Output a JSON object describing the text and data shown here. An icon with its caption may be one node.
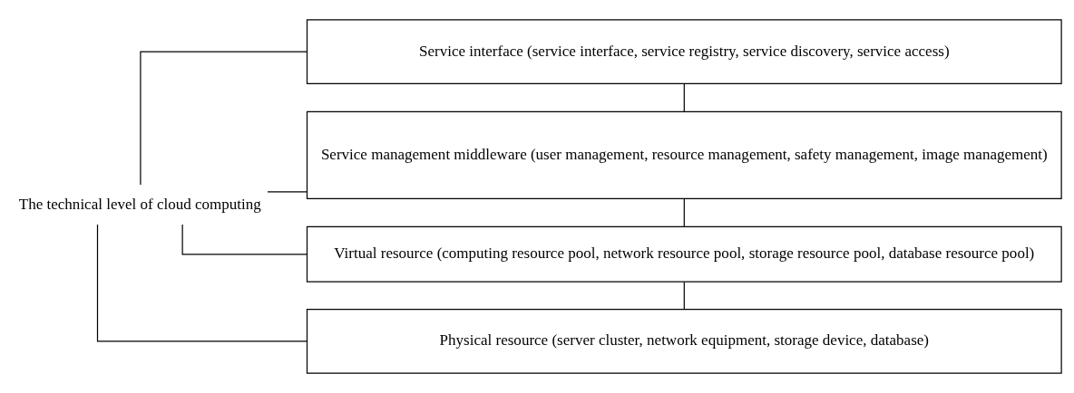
{
  "diagram": {
    "nodes": [
      {
        "text": [
          "The technical level of cloud computing"
        ]
      },
      {
        "text": [
          "Service interface (service interface, service registry, service discovery, service access)"
        ]
      },
      {
        "text": [
          "Service management middleware (user management, resource management, safety management, image management)"
        ]
      },
      {
        "text": [
          "Virtual resource (computing resource pool, network resource pool, storage resource pool, database resource pool)"
        ]
      },
      {
        "text": [
          "Physical resource (server cluster, network equipment, storage device, database)"
        ]
      }
    ],
    "edges": [
      {
        "from": 0,
        "to": 1,
        "arrow": "none"
      },
      {
        "from": 0,
        "to": 2,
        "arrow": "none"
      },
      {
        "from": 0,
        "to": 3,
        "arrow": "none"
      },
      {
        "from": 0,
        "to": 4,
        "arrow": "none"
      },
      {
        "from": 1,
        "to": 2,
        "arrow": "none"
      },
      {
        "from": 2,
        "to": 3,
        "arrow": "none"
      },
      {
        "from": 3,
        "to": 4,
        "arrow": "none"
      }
    ]
  }
}
